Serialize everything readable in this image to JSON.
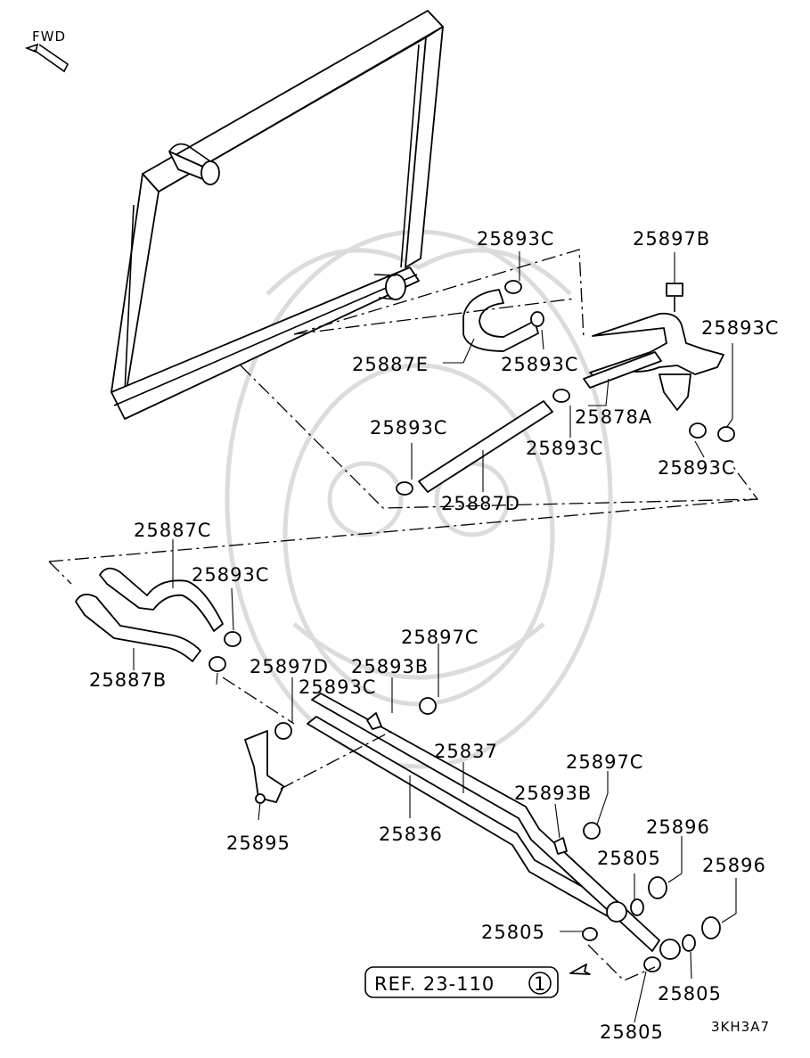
{
  "diagram": {
    "direction_label": "FWD",
    "reference_label": "REF. 23-110",
    "reference_circle": "1",
    "figure_code": "3KH3A7",
    "parts": {
      "p25893C_a": "25893C",
      "p25897B": "25897B",
      "p25893C_b": "25893C",
      "p25887E": "25887E",
      "p25893C_c": "25893C",
      "p25878A": "25878A",
      "p25893C_d": "25893C",
      "p25893C_e": "25893C",
      "p25893C_f": "25893C",
      "p25887D": "25887D",
      "p25887C": "25887C",
      "p25893C_g": "25893C",
      "p25887B": "25887B",
      "p25893C_h": "25893C",
      "p25897C_a": "25897C",
      "p25897D": "25897D",
      "p25893B_a": "25893B",
      "p25837": "25837",
      "p25897C_b": "25897C",
      "p25893B_b": "25893B",
      "p25895": "25895",
      "p25836": "25836",
      "p25896_a": "25896",
      "p25805_a": "25805",
      "p25896_b": "25896",
      "p25805_b": "25805",
      "p25805_c": "25805",
      "p25805_d": "25805"
    }
  }
}
